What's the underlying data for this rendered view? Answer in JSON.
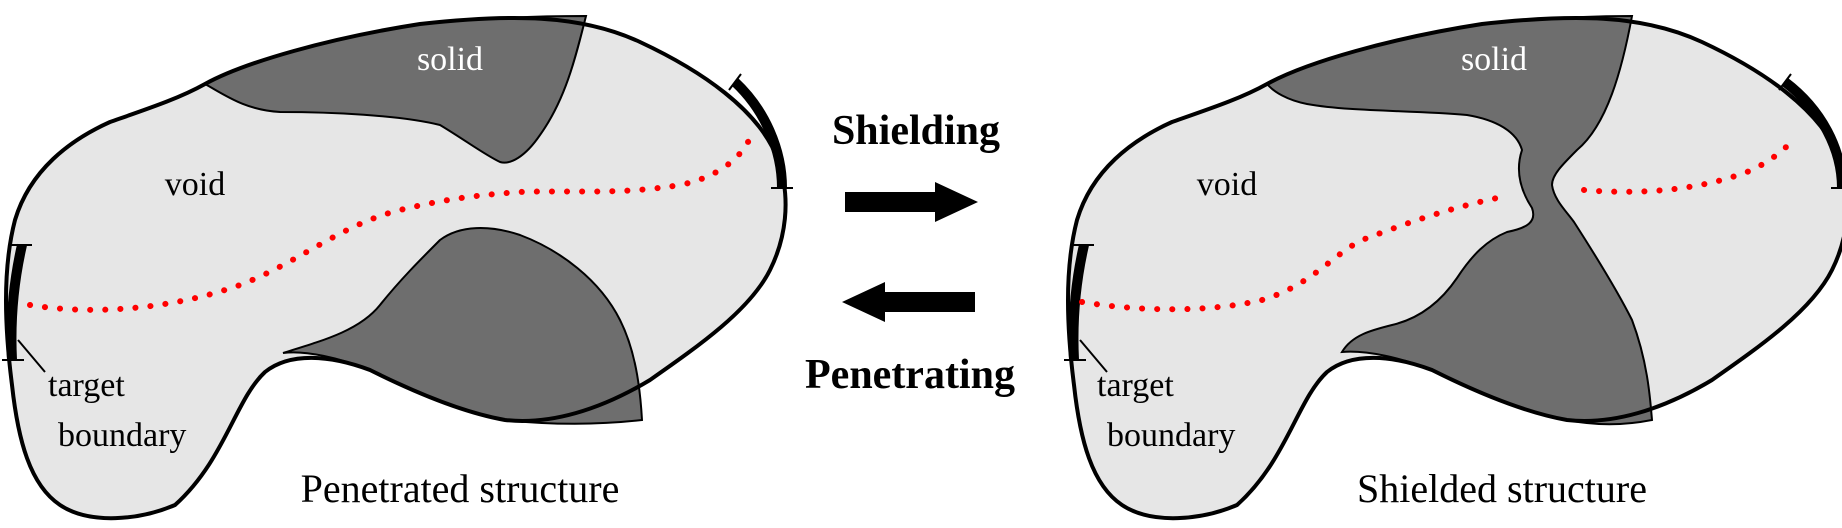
{
  "left_panel": {
    "solid_label": "solid",
    "void_label": "void",
    "target_label_line1": "target",
    "target_label_line2": "boundary",
    "caption": "Penetrated structure"
  },
  "right_panel": {
    "solid_label": "solid",
    "void_label": "void",
    "target_label_line1": "target",
    "target_label_line2": "boundary",
    "caption": "Shielded structure"
  },
  "center": {
    "forward_label": "Shielding",
    "backward_label": "Penetrating"
  },
  "colors": {
    "void_fill": "#e6e6e6",
    "solid_fill": "#6e6e6e",
    "outline": "#000000",
    "path_dots": "#ff0000"
  }
}
